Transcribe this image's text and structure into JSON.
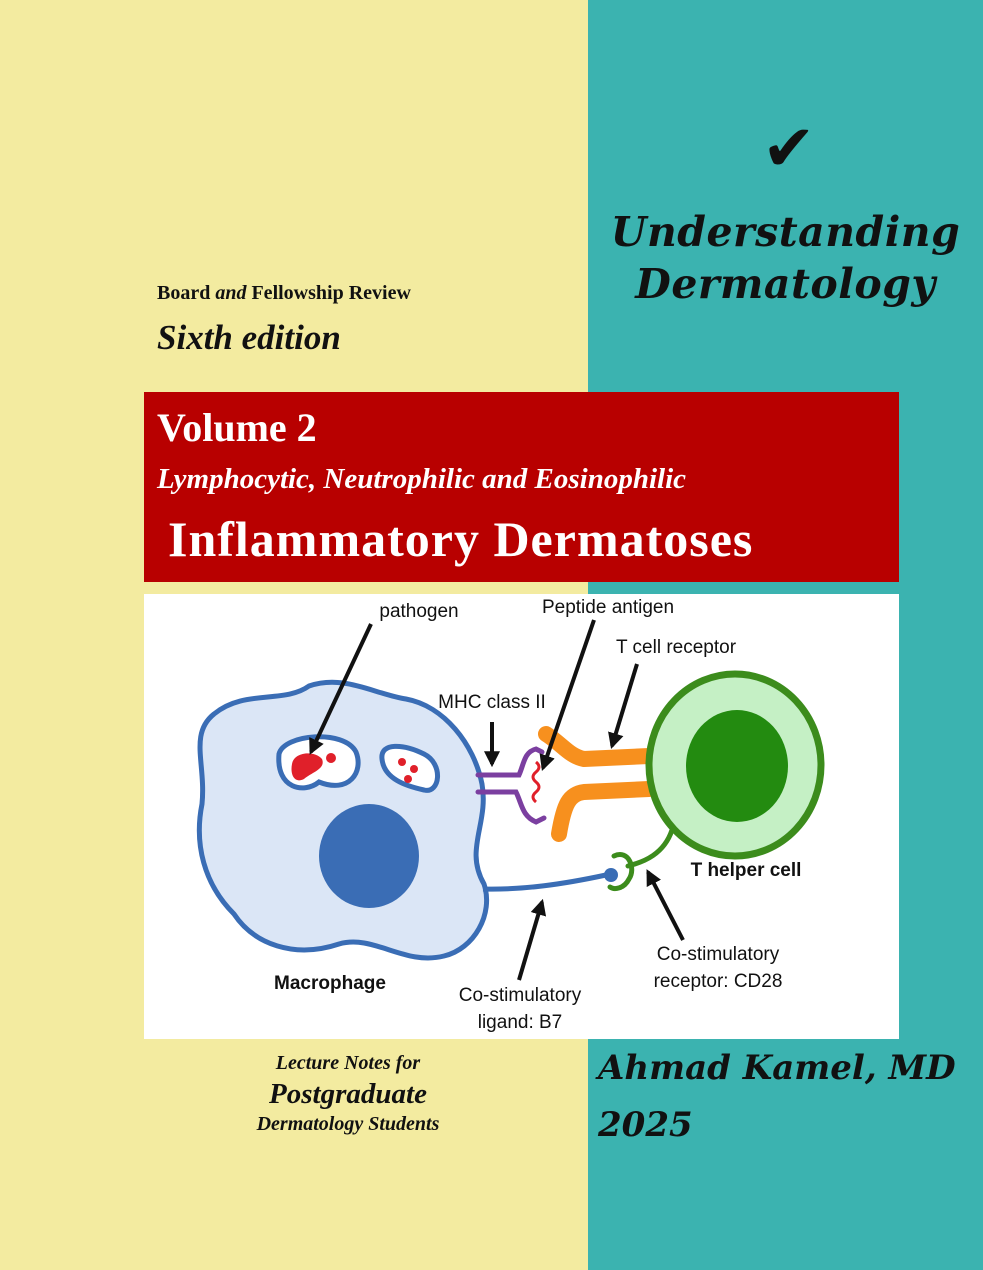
{
  "cover": {
    "series_title_line1": "Understanding",
    "series_title_line2": "Dermatology",
    "review_prefix": "Board ",
    "review_and": "and",
    "review_suffix": " Fellowship Review",
    "edition": "Sixth edition",
    "volume": "Volume 2",
    "subtitle": "Lymphocytic, Neutrophilic and Eosinophilic",
    "title": "Inflammatory Dermatoses",
    "notes_line1": "Lecture Notes for",
    "notes_line2": "Postgraduate",
    "notes_line3": "Dermatology Students",
    "author": "Ahmad Kamel, MD",
    "year": "2025",
    "check_icon": "checkmark"
  },
  "diagram": {
    "labels": {
      "pathogen": "pathogen",
      "peptide_antigen": "Peptide antigen",
      "t_cell_receptor": "T cell receptor",
      "mhc": "MHC class II",
      "t_helper": "T helper cell",
      "macrophage": "Macrophage",
      "ligand_line1": "Co-stimulatory",
      "ligand_line2": "ligand: B7",
      "receptor_line1": "Co-stimulatory",
      "receptor_line2": "receptor: CD28"
    }
  },
  "colors": {
    "yellow": "#f3eba0",
    "teal": "#3bb3b0",
    "red": "#b80000",
    "macrophage_blue": "#3a6db5",
    "t_cell_green": "#3c8c1c",
    "receptor_orange": "#f7901e",
    "mhc_purple": "#7b3fa0"
  }
}
